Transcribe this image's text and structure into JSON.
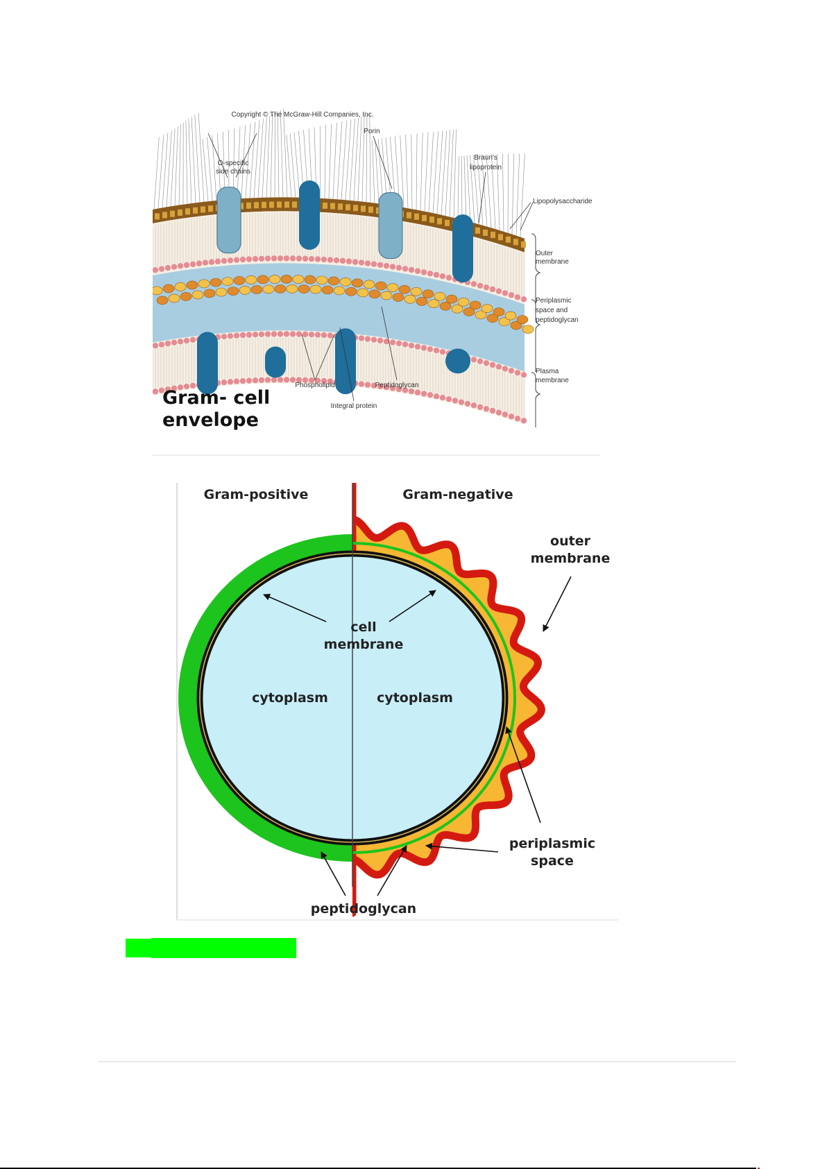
{
  "figure1": {
    "copyright": "Copyright © The McGraw-Hill Companies, Inc.",
    "title_line1": "Gram- cell",
    "title_line2": "envelope",
    "labels": {
      "o_specific_1": "O-specific",
      "o_specific_2": "side chains",
      "porin": "Porin",
      "brauns_1": "Braun's",
      "brauns_2": "lipoprotein",
      "lps": "Lipopolysaccharide",
      "outer_1": "Outer",
      "outer_2": "membrane",
      "peri_1": "Periplasmic",
      "peri_2": "space and",
      "peri_3": "peptidoglycan",
      "plasma_1": "Plasma",
      "plasma_2": "membrane",
      "phospholipid": "Phospholipid",
      "peptidoglycan": "Peptidoglycan",
      "integral": "Integral protein"
    },
    "colors": {
      "protein": "#1f6e9b",
      "porin": "#7eb0c8",
      "periplasm": "#a9cde0",
      "head": "#e58c93",
      "pg_orange": "#e08a2c",
      "pg_yellow": "#f2c34a",
      "lps": "#8a5a1c"
    }
  },
  "figure2": {
    "gram_positive": "Gram-positive",
    "gram_negative": "Gram-negative",
    "outer_membrane_1": "outer",
    "outer_membrane_2": "membrane",
    "cell_membrane_1": "cell",
    "cell_membrane_2": "membrane",
    "cytoplasm_left": "cytoplasm",
    "cytoplasm_right": "cytoplasm",
    "periplasmic_1": "periplasmic",
    "periplasmic_2": "space",
    "peptidoglycan": "peptidoglycan",
    "colors": {
      "cytoplasm": "#c8eef8",
      "peptidoglycan": "#1dc41d",
      "outer_membrane": "#d41a10",
      "periplasm": "#f7b733",
      "membrane": "#111111"
    }
  },
  "highlight_color": "#00ff00"
}
